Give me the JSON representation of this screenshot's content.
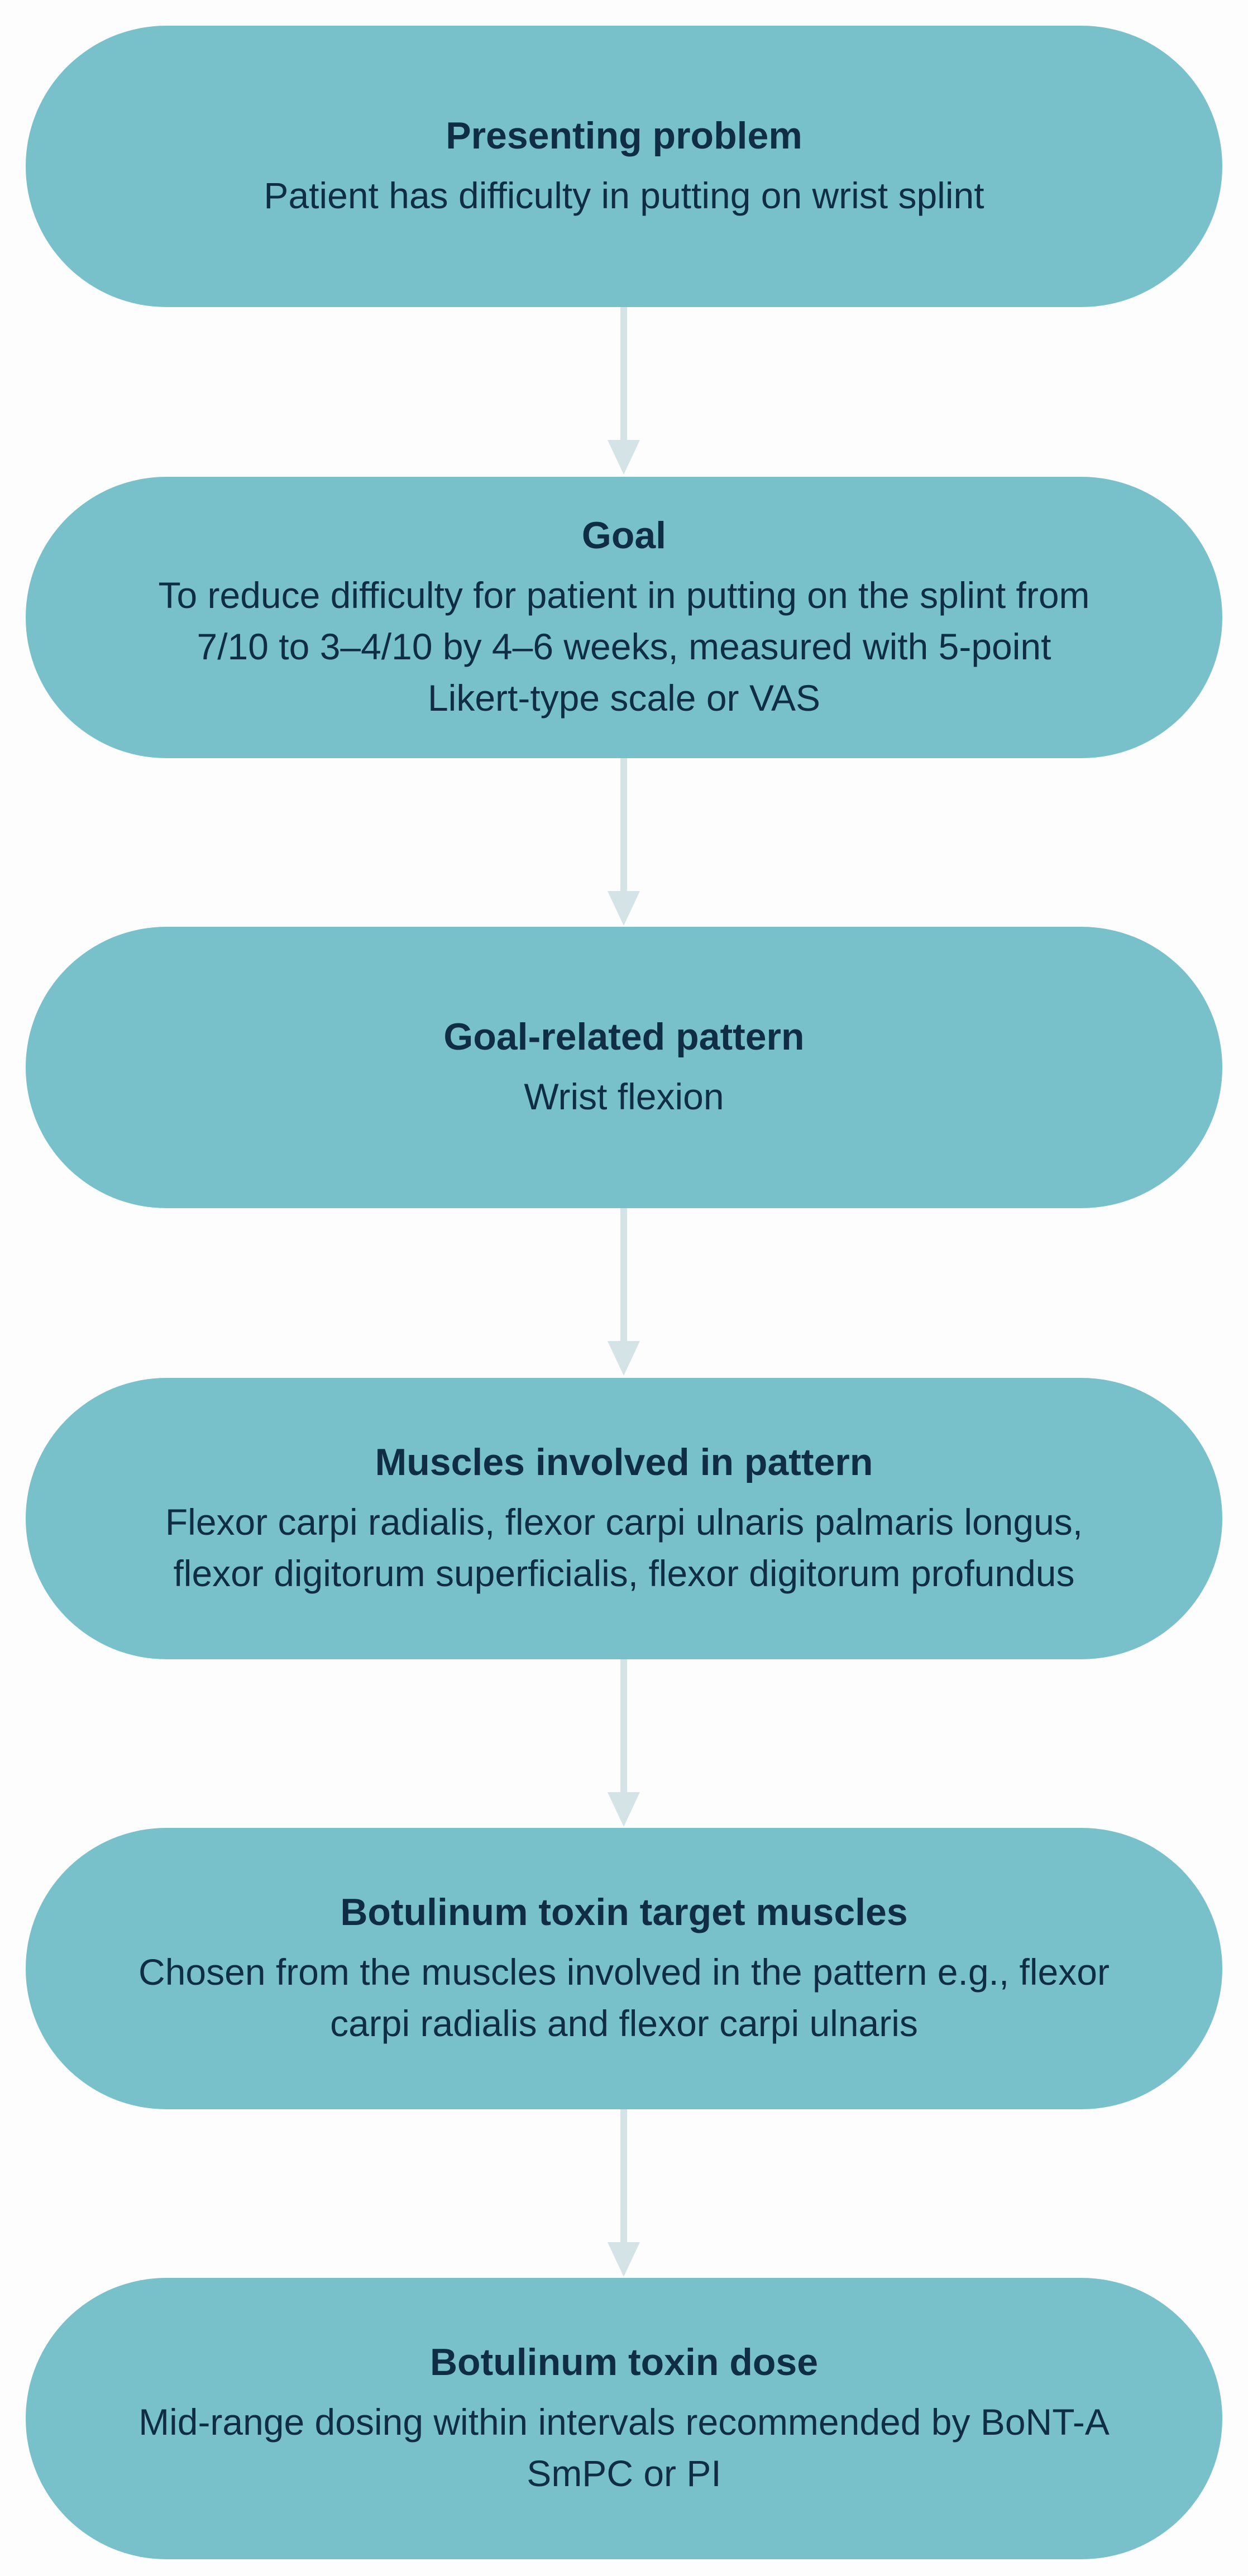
{
  "steps": [
    {
      "title": "Presenting problem",
      "text": "Patient has difficulty in putting on wrist splint"
    },
    {
      "title": "Goal",
      "text": "To reduce difficulty for patient in putting on the splint from 7/10 to 3–4/10 by 4–6 weeks, measured with 5-point Likert-type scale or VAS"
    },
    {
      "title": "Goal-related pattern",
      "text": "Wrist flexion"
    },
    {
      "title": "Muscles involved in pattern",
      "text": "Flexor carpi radialis, flexor carpi ulnaris palmaris longus, flexor digitorum superficialis, flexor digitorum profundus"
    },
    {
      "title": "Botulinum toxin target muscles",
      "text": "Chosen from the muscles involved in the pattern e.g., flexor carpi radialis and flexor carpi ulnaris"
    },
    {
      "title": "Botulinum toxin dose",
      "text": "Mid-range dosing within intervals recommended by BoNT-A SmPC or PI"
    }
  ],
  "colors": {
    "box_fill": "#79c1ca",
    "text": "#0f2d44",
    "arrow": "#d3e3e6",
    "background": "#fdfdfd"
  }
}
